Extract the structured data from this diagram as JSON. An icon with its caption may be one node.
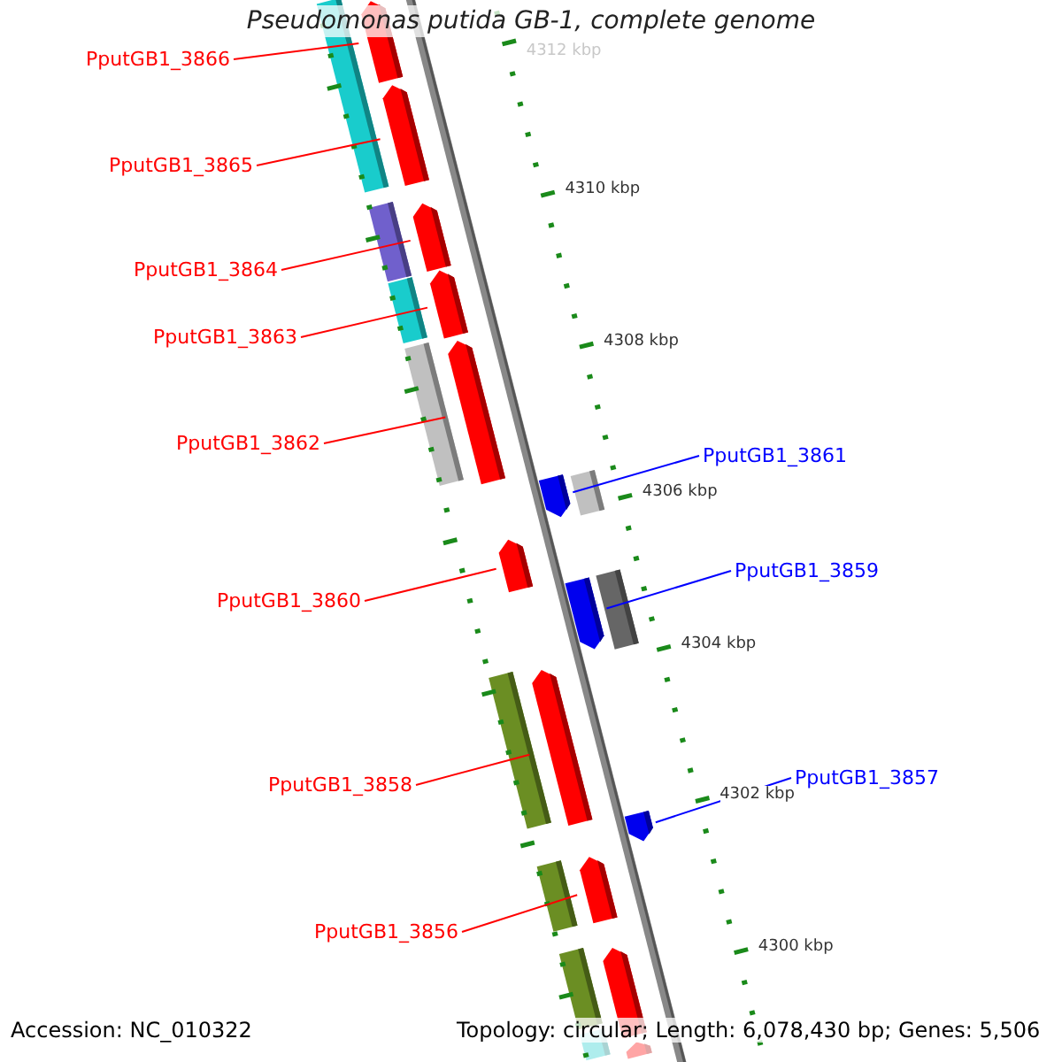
{
  "diagram": {
    "title": "Pseudomonas putida GB-1, complete genome",
    "nodes": [
      {
        "text": [
          "PputGB1_3866"
        ]
      },
      {
        "text": [],
        "shape": "arrow"
      },
      {
        "text": [
          "PputGB1_3865"
        ]
      },
      {
        "text": [],
        "shape": "arrow"
      },
      {
        "text": [
          "PputGB1_3864"
        ]
      },
      {
        "text": [],
        "shape": "arrow"
      },
      {
        "text": [
          "PputGB1_3863"
        ]
      },
      {
        "text": [],
        "shape": "arrow"
      },
      {
        "text": [
          "PputGB1_3862"
        ]
      },
      {
        "text": [],
        "shape": "arrow"
      },
      {
        "text": [
          "PputGB1_3861"
        ]
      },
      {
        "text": [],
        "shape": "arrow"
      },
      {
        "text": [
          "PputGB1_3859"
        ]
      },
      {
        "text": [],
        "shape": "arrow"
      },
      {
        "text": [
          "PputGB1_3860"
        ]
      },
      {
        "text": [],
        "shape": "arrow"
      },
      {
        "text": [
          "PputGB1_3858"
        ]
      },
      {
        "text": [],
        "shape": "arrow"
      },
      {
        "text": [
          "PputGB1_3857"
        ]
      },
      {
        "text": [],
        "shape": "arrow"
      },
      {
        "text": [
          "PputGB1_3856"
        ]
      },
      {
        "text": [],
        "shape": "arrow"
      },
      {
        "text": [],
        "shape": "arrow"
      },
      {
        "text": [],
        "shape": "arrow"
      }
    ],
    "edges": [
      {
        "from": 0,
        "to": 1,
        "arrow": "none"
      },
      {
        "from": 2,
        "to": 3,
        "arrow": "none"
      },
      {
        "from": 4,
        "to": 5,
        "arrow": "none"
      },
      {
        "from": 6,
        "to": 7,
        "arrow": "none"
      },
      {
        "from": 8,
        "to": 9,
        "arrow": "none"
      },
      {
        "from": 10,
        "to": 11,
        "arrow": "none",
        "color": "#0000ff"
      },
      {
        "from": 12,
        "to": 13,
        "arrow": "none",
        "color": "#0000ff"
      },
      {
        "from": 14,
        "to": 15,
        "arrow": "none"
      },
      {
        "from": 16,
        "to": 17,
        "arrow": "none"
      },
      {
        "from": 18,
        "to": 19,
        "arrow": "none",
        "color": "#0000ff"
      },
      {
        "from": 20,
        "to": 21,
        "arrow": "none"
      }
    ],
    "labels": [
      "4312 kbp",
      "4310 kbp",
      "4308 kbp",
      "4306 kbp",
      "4304 kbp",
      "4302 kbp",
      "4300 kbp",
      "Accession: NC_010322",
      "Topology: circular; Length: 6,078,430 bp; Genes: 5,506"
    ]
  }
}
